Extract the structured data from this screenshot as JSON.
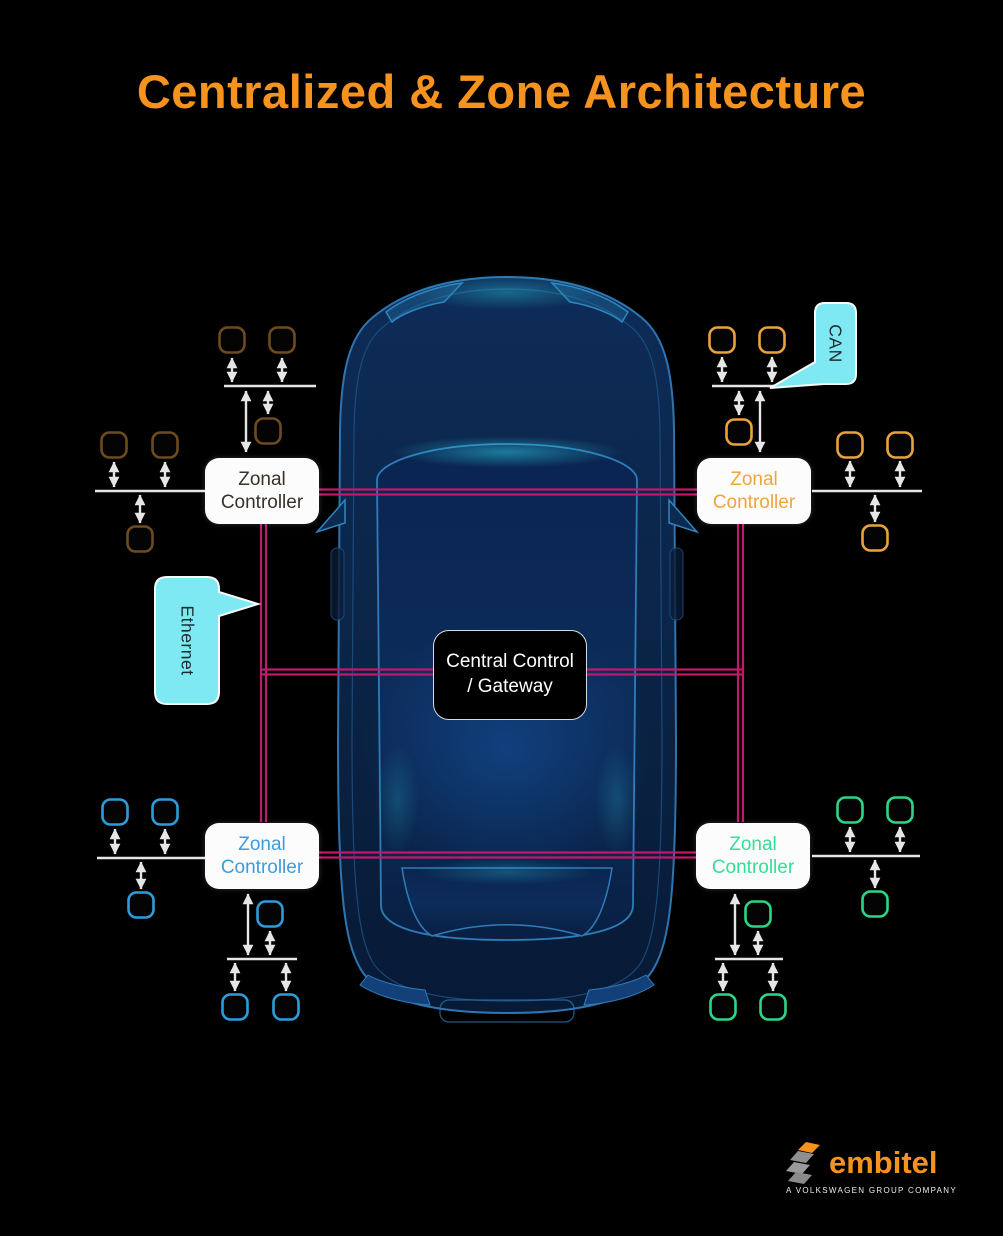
{
  "title": {
    "text": "Centralized & Zone Architecture",
    "color": "#F6921E"
  },
  "central_box": {
    "line1": "Central Control",
    "line2": "/ Gateway"
  },
  "callouts": {
    "can": {
      "label": "CAN",
      "fill": "#7EE9F3",
      "text_color": "#1E2B2E"
    },
    "ethernet": {
      "label": "Ethernet",
      "fill": "#7EE9F3",
      "text_color": "#1E2B2E"
    }
  },
  "zones": {
    "top_left": {
      "label": "Zonal Controller",
      "node_color": "#6E4B1E",
      "label_color": "#3A3128"
    },
    "top_right": {
      "label": "Zonal Controller",
      "node_color": "#E8A33C",
      "label_color": "#F0A43C"
    },
    "bottom_left": {
      "label": "Zonal Controller",
      "node_color": "#2D9CDB",
      "label_color": "#3D9CDE"
    },
    "bottom_right": {
      "label": "Zonal Controller",
      "node_color": "#2BD687",
      "label_color": "#35DE96"
    }
  },
  "backbone": {
    "color": "#C0186B"
  },
  "bus": {
    "color": "#E6E6E6"
  },
  "logo": {
    "brand": "embitel",
    "brand_color": "#F6921E",
    "tagline": "A VOLKSWAGEN GROUP COMPANY"
  }
}
